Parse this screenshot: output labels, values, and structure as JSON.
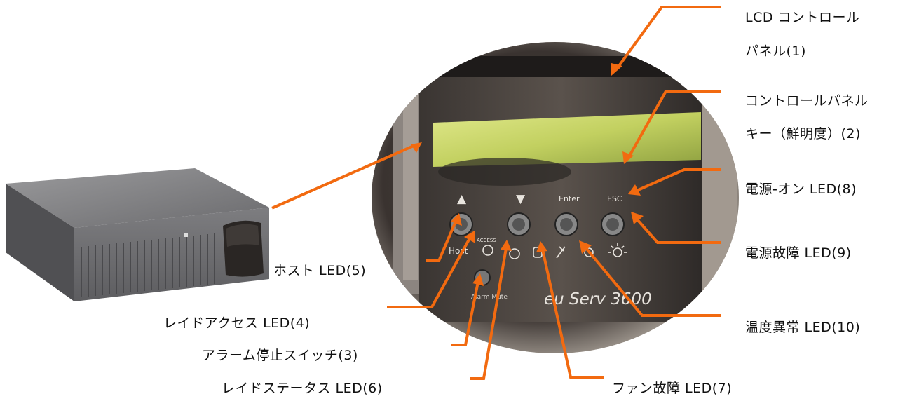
{
  "labels": {
    "lcd_line1": "LCD コントロール",
    "lcd_line2": "パネル(1)",
    "keys_line1": "コントロールパネル",
    "keys_line2": "キー（鮮明度）(2)",
    "power_on": "電源-オン LED(8)",
    "power_fault": "電源故障 LED(9)",
    "temp": "温度異常 LED(10)",
    "fan_fault": "ファン故障 LED(7)",
    "host": "ホスト LED(5)",
    "raid_access": "レイドアクセス LED(4)",
    "alarm_mute": "アラーム停止スイッチ(3)",
    "raid_status": "レイドステータス LED(6)"
  },
  "panel": {
    "key_up": "▲",
    "key_down": "▼",
    "key_enter": "Enter",
    "key_esc": "ESC",
    "host_text": "Host",
    "access_text": "ACCESS",
    "alarm_text": "Alarm Mute",
    "brand": "eu Serv 3600"
  },
  "colors": {
    "callout": "#f26a10",
    "lcd": "#c8d66a",
    "chassis": "#6e6e70",
    "panel_bg": "#2a2624"
  }
}
